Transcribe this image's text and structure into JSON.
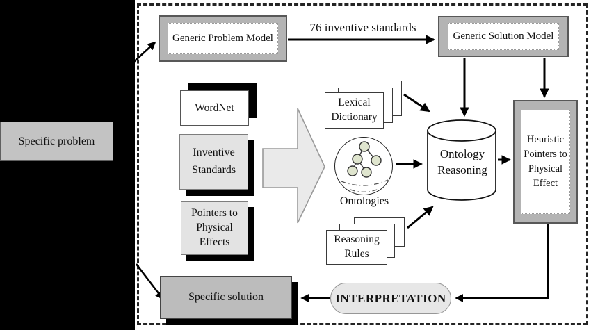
{
  "nodes": {
    "specific_problem": "Specific problem",
    "generic_problem_model": "Generic Problem Model",
    "generic_solution_model": "Generic Solution Model",
    "wordnet": "WordNet",
    "inventive_standards": "Inventive Standards",
    "pointers_to_physical_effects": "Pointers to Physical Effects",
    "lexical_dictionary": "Lexical Dictionary",
    "ontologies": "Ontologies",
    "ontology_reasoning": "Ontology Reasoning",
    "reasoning_rules": "Reasoning Rules",
    "heuristic_pointers": "Heuristic Pointers to Physical Effect",
    "interpretation": "INTERPRETATION",
    "specific_solution": "Specific solution"
  },
  "edge_labels": {
    "standards": "76 inventive standards"
  },
  "edges": [
    {
      "from": "specific_problem",
      "to": "generic_problem_model"
    },
    {
      "from": "generic_problem_model",
      "to": "generic_solution_model",
      "label": "76 inventive standards"
    },
    {
      "from": "generic_solution_model",
      "to": "ontology_reasoning"
    },
    {
      "from": "generic_solution_model",
      "to": "heuristic_pointers"
    },
    {
      "from": "wordnet_inventive_standards_pointers",
      "to": "ontologies",
      "style": "block-arrow"
    },
    {
      "from": "lexical_dictionary",
      "to": "ontology_reasoning"
    },
    {
      "from": "ontologies",
      "to": "ontology_reasoning"
    },
    {
      "from": "reasoning_rules",
      "to": "ontology_reasoning"
    },
    {
      "from": "ontology_reasoning",
      "to": "heuristic_pointers"
    },
    {
      "from": "heuristic_pointers",
      "to": "interpretation"
    },
    {
      "from": "interpretation",
      "to": "specific_solution"
    },
    {
      "from": "specific_solution",
      "to": "specific_problem"
    }
  ],
  "colors": {
    "frame_gray": "#b4b4b4",
    "light_gray": "#e3e3e3",
    "solution_gray": "#bcbcbc",
    "shadow_black": "#000000",
    "block_arrow_fill": "#eaeaea",
    "ontology_node_fill": "#dfe5ce",
    "pill_fill": "#e7e7e7"
  }
}
